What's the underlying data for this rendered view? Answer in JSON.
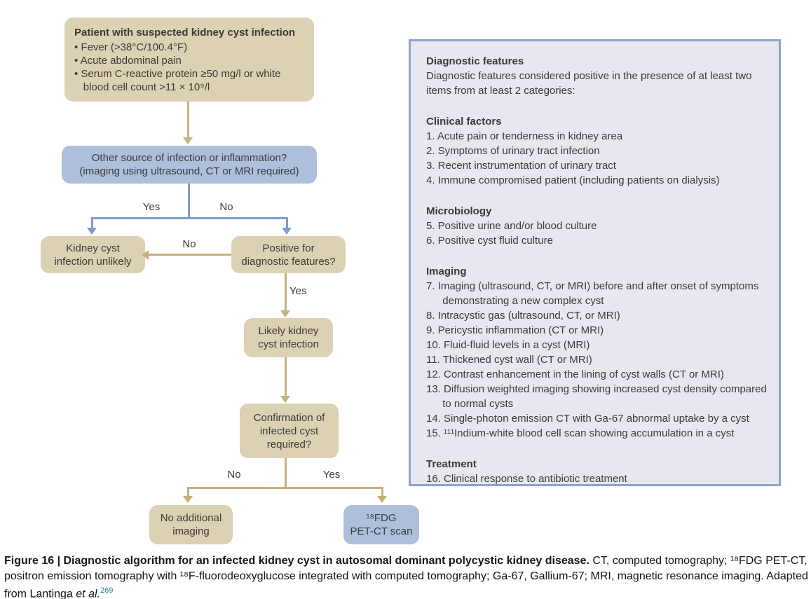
{
  "flowchart": {
    "start": {
      "title": "Patient with suspected kidney cyst infection",
      "bullets": [
        "• Fever (>38°C/100.4°F)",
        "• Acute abdominal pain",
        "• Serum C-reactive protein ≥50 mg/l or white blood cell count >11 × 10⁹/l"
      ]
    },
    "question_other_source": {
      "lines": [
        "Other source of infection or inflammation?",
        "(imaging using ultrasound, CT or MRI required)"
      ]
    },
    "unlikely": {
      "lines": [
        "Kidney cyst",
        "infection unlikely"
      ]
    },
    "positive_features": {
      "lines": [
        "Positive for",
        "diagnostic features?"
      ]
    },
    "likely": {
      "lines": [
        "Likely kidney",
        "cyst infection"
      ]
    },
    "confirm": {
      "lines": [
        "Confirmation of",
        "infected cyst",
        "required?"
      ]
    },
    "no_imaging": {
      "lines": [
        "No additional",
        "imaging"
      ]
    },
    "petct": {
      "lines": [
        "¹⁸FDG",
        "PET-CT scan"
      ]
    },
    "branch_labels": {
      "other_source_yes": "Yes",
      "other_source_no": "No",
      "features_no": "No",
      "features_yes": "Yes",
      "confirm_no": "No",
      "confirm_yes": "Yes"
    }
  },
  "panel": {
    "title": "Diagnostic features",
    "intro": "Diagnostic features considered positive in the presence of at least two items from at least 2 categories:",
    "sections": [
      {
        "heading": "Clinical factors",
        "items": [
          "1. Acute pain or tenderness in kidney area",
          "2. Symptoms of urinary tract infection",
          "3. Recent instrumentation of urinary tract",
          "4. Immune compromised patient (including patients on dialysis)"
        ]
      },
      {
        "heading": "Microbiology",
        "items": [
          "5. Positive urine and/or blood culture",
          "6. Positive cyst fluid culture"
        ]
      },
      {
        "heading": "Imaging",
        "items": [
          "7. Imaging (ultrasound, CT, or MRI) before and after onset of symptoms demonstrating a new complex cyst",
          "8. Intracystic gas (ultrasound, CT, or MRI)",
          "9. Pericystic inflammation (CT or MRI)",
          "10. Fluid-fluid levels in a cyst (MRI)",
          "11. Thickened cyst wall (CT or MRI)",
          "12. Contrast enhancement in the lining of cyst walls (CT or MRI)",
          "13. Diffusion weighted imaging showing increased cyst density compared to normal cysts",
          "14. Single-photon emission CT with Ga-67 abnormal uptake by a cyst",
          "15. ¹¹¹Indium-white blood cell scan showing accumulation in a cyst"
        ]
      },
      {
        "heading": "Treatment",
        "items": [
          "16. Clinical response to antibiotic treatment"
        ]
      }
    ]
  },
  "caption": {
    "bold": "Figure 16 | Diagnostic algorithm for an infected kidney cyst in autosomal dominant polycystic kidney disease.",
    "regular": " CT, computed tomography; ¹⁸FDG PET-CT, positron emission tomography with ¹⁸F-fluorodeoxyglucose integrated with computed tomography; Ga-67, Gallium-67; MRI, magnetic resonance imaging. Adapted from Lantinga ",
    "italic": "et al.",
    "reference": "269"
  },
  "colors": {
    "tan_box": "#ddd1b3",
    "blue_box": "#aebfdc",
    "tan_arrow": "#c6b07e",
    "blue_arrow": "#7f9cc9",
    "panel_bg": "#e7e7f0",
    "panel_border": "#8fa3c7",
    "text": "#3a3a38",
    "reference_link": "#2b7f93"
  }
}
